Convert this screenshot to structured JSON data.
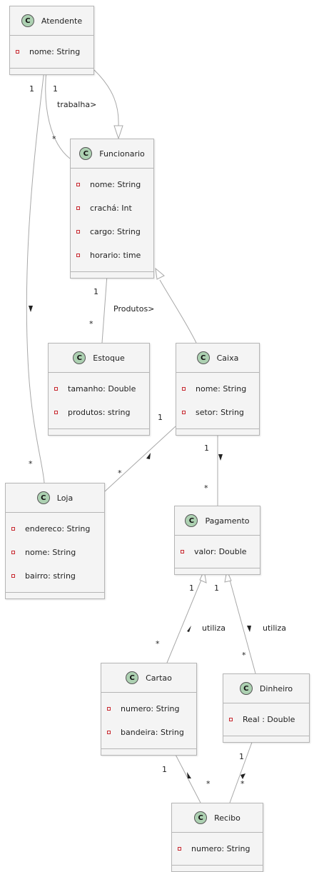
{
  "classes": {
    "atendente": {
      "stereotype": "C",
      "name": "Atendente",
      "attrs": [
        "nome: String"
      ]
    },
    "funcionario": {
      "stereotype": "C",
      "name": "Funcionario",
      "attrs": [
        "nome: String",
        "crachá: Int",
        "cargo: String",
        "horario: time"
      ]
    },
    "estoque": {
      "stereotype": "C",
      "name": "Estoque",
      "attrs": [
        "tamanho: Double",
        "produtos: string"
      ]
    },
    "caixa": {
      "stereotype": "C",
      "name": "Caixa",
      "attrs": [
        "nome: String",
        "setor: String"
      ]
    },
    "loja": {
      "stereotype": "C",
      "name": "Loja",
      "attrs": [
        "endereco: String",
        "nome: String",
        "bairro: string"
      ]
    },
    "pagamento": {
      "stereotype": "C",
      "name": "Pagamento",
      "attrs": [
        "valor: Double"
      ]
    },
    "cartao": {
      "stereotype": "C",
      "name": "Cartao",
      "attrs": [
        "numero: String",
        "bandeira: String"
      ]
    },
    "dinheiro": {
      "stereotype": "C",
      "name": "Dinheiro",
      "attrs": [
        "Real : Double"
      ]
    },
    "recibo": {
      "stereotype": "C",
      "name": "Recibo",
      "attrs": [
        "numero: String"
      ]
    }
  },
  "associations": {
    "trabalha": "trabalha>",
    "produtos": "Produtos>",
    "utiliza_cartao": "utiliza",
    "utiliza_dinheiro": "utiliza"
  },
  "multiplicities": {
    "one": "1",
    "many": "*"
  }
}
